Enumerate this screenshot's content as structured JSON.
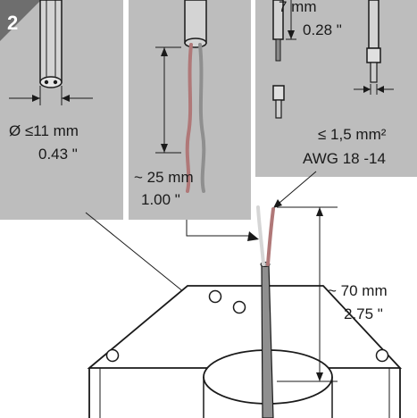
{
  "step": {
    "number": "2"
  },
  "colors": {
    "panel": "#bdbdbd",
    "badge": "#6e6e6e",
    "line": "#1a1a1a",
    "cable": "#8f8f8f",
    "wire_red": "#b07878",
    "wire_light": "#d6d6d6"
  },
  "panel_left": {
    "diameter_mm": "Ø ≤11 mm",
    "diameter_in": "0.43 \""
  },
  "panel_middle": {
    "strip_mm": "~ 25 mm",
    "strip_in": "1.00 \""
  },
  "panel_right": {
    "strip_mm": "7 mm",
    "strip_in": "0.28 \"",
    "cross_section": "≤ 1,5 mm²",
    "awg": "AWG 18 -14"
  },
  "cable_length": {
    "mm": "~ 70 mm",
    "in": "2.75  \""
  }
}
